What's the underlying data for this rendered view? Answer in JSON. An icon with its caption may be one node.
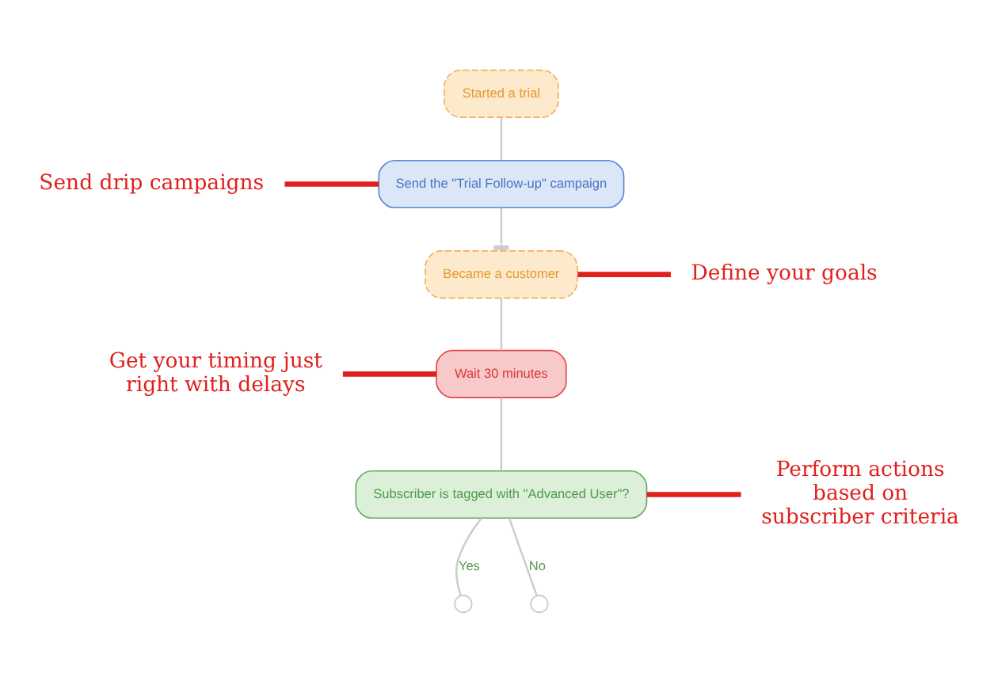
{
  "diagram": {
    "nodes": [
      {
        "text": [
          "Started a trial"
        ]
      },
      {
        "text": [
          "Send drip campaigns"
        ]
      },
      {
        "text": [
          "Send the \"Trial Follow-up\" campaign"
        ]
      },
      {
        "text": [
          "Define your goals"
        ]
      },
      {
        "text": [
          "Became a customer"
        ]
      },
      {
        "text": [
          "Get your timing just right with delays"
        ]
      },
      {
        "text": [
          "Wait 30 minutes"
        ]
      },
      {
        "text": [
          "Perform actions based on subscriber criteria"
        ]
      },
      {
        "text": [
          "Subscriber is tagged with \"Advanced User\"?"
        ]
      },
      {
        "text": [],
        "shape": "circle"
      },
      {
        "text": [],
        "shape": "circle"
      }
    ],
    "edges": [
      {
        "from": 0,
        "to": 2,
        "arrow": "none"
      },
      {
        "from": 2,
        "to": 4,
        "arrow": "other"
      },
      {
        "from": 4,
        "to": 6,
        "arrow": "none"
      },
      {
        "from": 6,
        "to": 8,
        "arrow": "none"
      },
      {
        "from": 8,
        "to": 9,
        "label": "Yes",
        "arrow": "none"
      },
      {
        "from": 8,
        "to": 10,
        "label": "No",
        "arrow": "none"
      },
      {
        "from": 1,
        "to": 2,
        "arrow": "none",
        "style": "thick",
        "color": "#e0201c"
      },
      {
        "from": 3,
        "to": 4,
        "arrow": "none",
        "style": "thick",
        "color": "#e0201c"
      },
      {
        "from": 5,
        "to": 6,
        "arrow": "none",
        "style": "thick",
        "color": "#e0201c"
      },
      {
        "from": 7,
        "to": 8,
        "arrow": "none",
        "style": "thick",
        "color": "#e0201c"
      }
    ]
  }
}
